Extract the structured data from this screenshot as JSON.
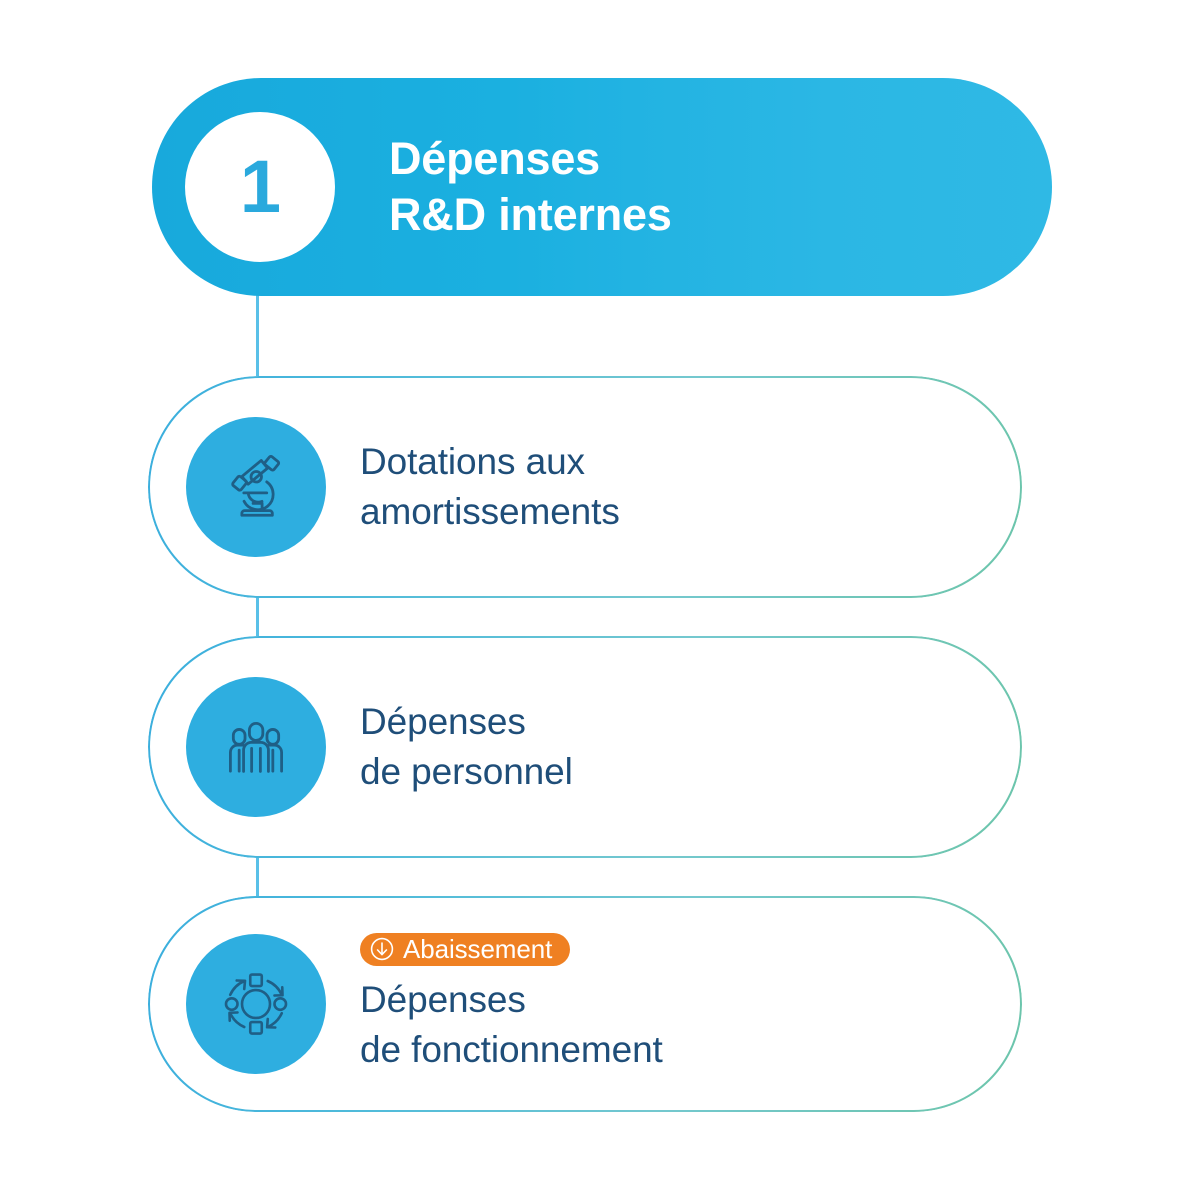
{
  "header": {
    "number": "1",
    "title": "Dépenses\nR&D internes",
    "accent_bg": "#22b3e2",
    "number_color": "#2aa9dd",
    "title_color": "#ffffff"
  },
  "colors": {
    "icon_circle": "#2eaee0",
    "icon_stroke": "#1f5f86",
    "card_title": "#1f4e79",
    "badge_bg": "#ef8022",
    "badge_text": "#ffffff",
    "connector": "#59c0e8",
    "card_border_start": "#3aaedd",
    "card_border_end": "#6cc5ab",
    "page_bg": "#ffffff"
  },
  "cards": [
    {
      "icon": "microscope-icon",
      "title": "Dotations aux\namortissements",
      "badge": null
    },
    {
      "icon": "people-group-icon",
      "title": "Dépenses\nde personnel",
      "badge": null
    },
    {
      "icon": "cycle-process-icon",
      "title": "Dépenses\nde fonctionnement",
      "badge": {
        "icon": "arrow-down-circle-icon",
        "label": "Abaissement"
      }
    }
  ]
}
